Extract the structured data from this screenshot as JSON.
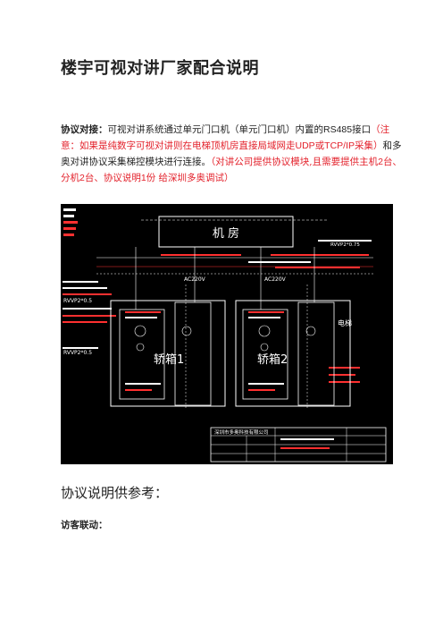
{
  "doc": {
    "title": "楼宇可视对讲厂家配合说明",
    "para": {
      "label": "协议对接：",
      "text1": "可视对讲系统通过单元门口机（单元门口机）内置的",
      "rs485": "RS485",
      "text2": "接口",
      "red1": "（注意：如果是纯数字可视对讲则在电梯顶机房直接局域网走",
      "udp": "UDP",
      "or": "或",
      "tcp": "TCP/IP",
      "red1b": "采集）",
      "text3": "和多奥对讲协议采集梯控模块进行连接。",
      "red2": "（对讲公司提供协议模块,且需要提供主机",
      "n2a": "2",
      "red3": "台、分机",
      "n2b": "2",
      "red4": "台、协议说明",
      "n1": "1",
      "red5": "份  给深圳多奥调试）"
    },
    "diagram": {
      "machine_room": "机      房",
      "car1": "轿箱1",
      "car2": "轿箱2",
      "elevator": "电梯",
      "ac220_1": "AC220V",
      "ac220_2": "AC220V",
      "rvvp_left": "RVVP2*0.5",
      "rvvp_right": "RVVP2*0.75",
      "company": "深圳市多奥科技有限公司"
    },
    "h2": "协议说明供参考：",
    "h3": "访客联动："
  }
}
